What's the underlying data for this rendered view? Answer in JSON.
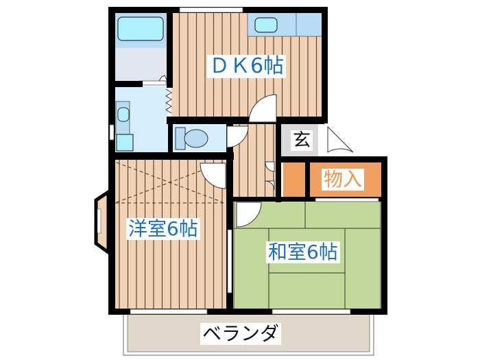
{
  "floor_plan": {
    "rooms": [
      {
        "id": "dk",
        "label": "ＤＫ6帖",
        "type": "dining-kitchen"
      },
      {
        "id": "yoshitsu",
        "label": "洋室6帖",
        "type": "western-room"
      },
      {
        "id": "washitsu",
        "label": "和室6帖",
        "type": "japanese-room"
      },
      {
        "id": "genkan",
        "label": "玄",
        "type": "entrance"
      },
      {
        "id": "monoire",
        "label": "物入",
        "type": "storage"
      },
      {
        "id": "veranda",
        "label": "ベランダ",
        "type": "balcony"
      }
    ],
    "colors": {
      "wall": "#000000",
      "wood_floor": "#f2d2b4",
      "wood_line": "#5a4a3a",
      "tatami": "#c3d89a",
      "wet_area": "#d6eefb",
      "bath_fixture": "#aef0fb",
      "kitchen_counter": "#b9dcf5",
      "entrance_floor": "#d9d9d9",
      "storage": "#f0a060",
      "veranda": "#e1d8cc",
      "room_label": "#1a6fc2",
      "storage_label": "#f0944a"
    }
  }
}
